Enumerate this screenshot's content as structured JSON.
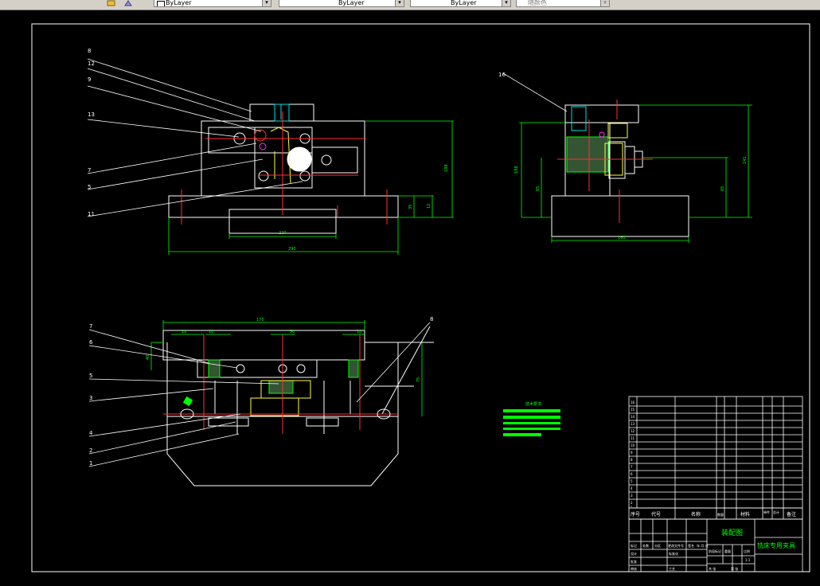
{
  "toolbar": {
    "icons": [
      "layer-state-icon",
      "layer-previous-icon"
    ],
    "color_combo": "ByLayer",
    "linetype_combo": "ByLayer",
    "lineweight_combo": "ByLayer",
    "plotstyle_combo": "随颜色"
  },
  "drawing": {
    "top_view": {
      "balloons": [
        "8",
        "12",
        "9",
        "13",
        "7",
        "5",
        "11"
      ],
      "dims": [
        "188",
        "35",
        "12",
        "220",
        "290"
      ]
    },
    "side_view": {
      "balloons": [
        "16"
      ],
      "dims": [
        "188",
        "65",
        "141",
        "65",
        "160"
      ]
    },
    "front_view": {
      "balloons": [
        "7",
        "6",
        "5",
        "3",
        "4",
        "2",
        "1",
        "8"
      ],
      "dims": [
        "170",
        "20",
        "10",
        "50",
        "10",
        "40",
        "75"
      ]
    },
    "tech_requirements": {
      "title": "技术要求"
    },
    "title_block": {
      "parts_header": [
        "序号",
        "代号",
        "名称",
        "数量",
        "材料",
        "单件",
        "总计",
        "备注"
      ],
      "part_numbers": [
        "16",
        "15",
        "14",
        "13",
        "12",
        "11",
        "10",
        "9",
        "8",
        "7",
        "6",
        "5",
        "4",
        "3",
        "2",
        "1"
      ],
      "drawing_name": "装配图",
      "product_name": "铣床专用夹具",
      "labels": [
        "标记",
        "处数",
        "分区",
        "更改文件号",
        "签名",
        "年.月.日",
        "设计",
        "审核",
        "工艺",
        "标准化",
        "批准",
        "阶段标记",
        "重量",
        "比例",
        "共 张",
        "第 张"
      ],
      "scale": "1:1"
    }
  }
}
